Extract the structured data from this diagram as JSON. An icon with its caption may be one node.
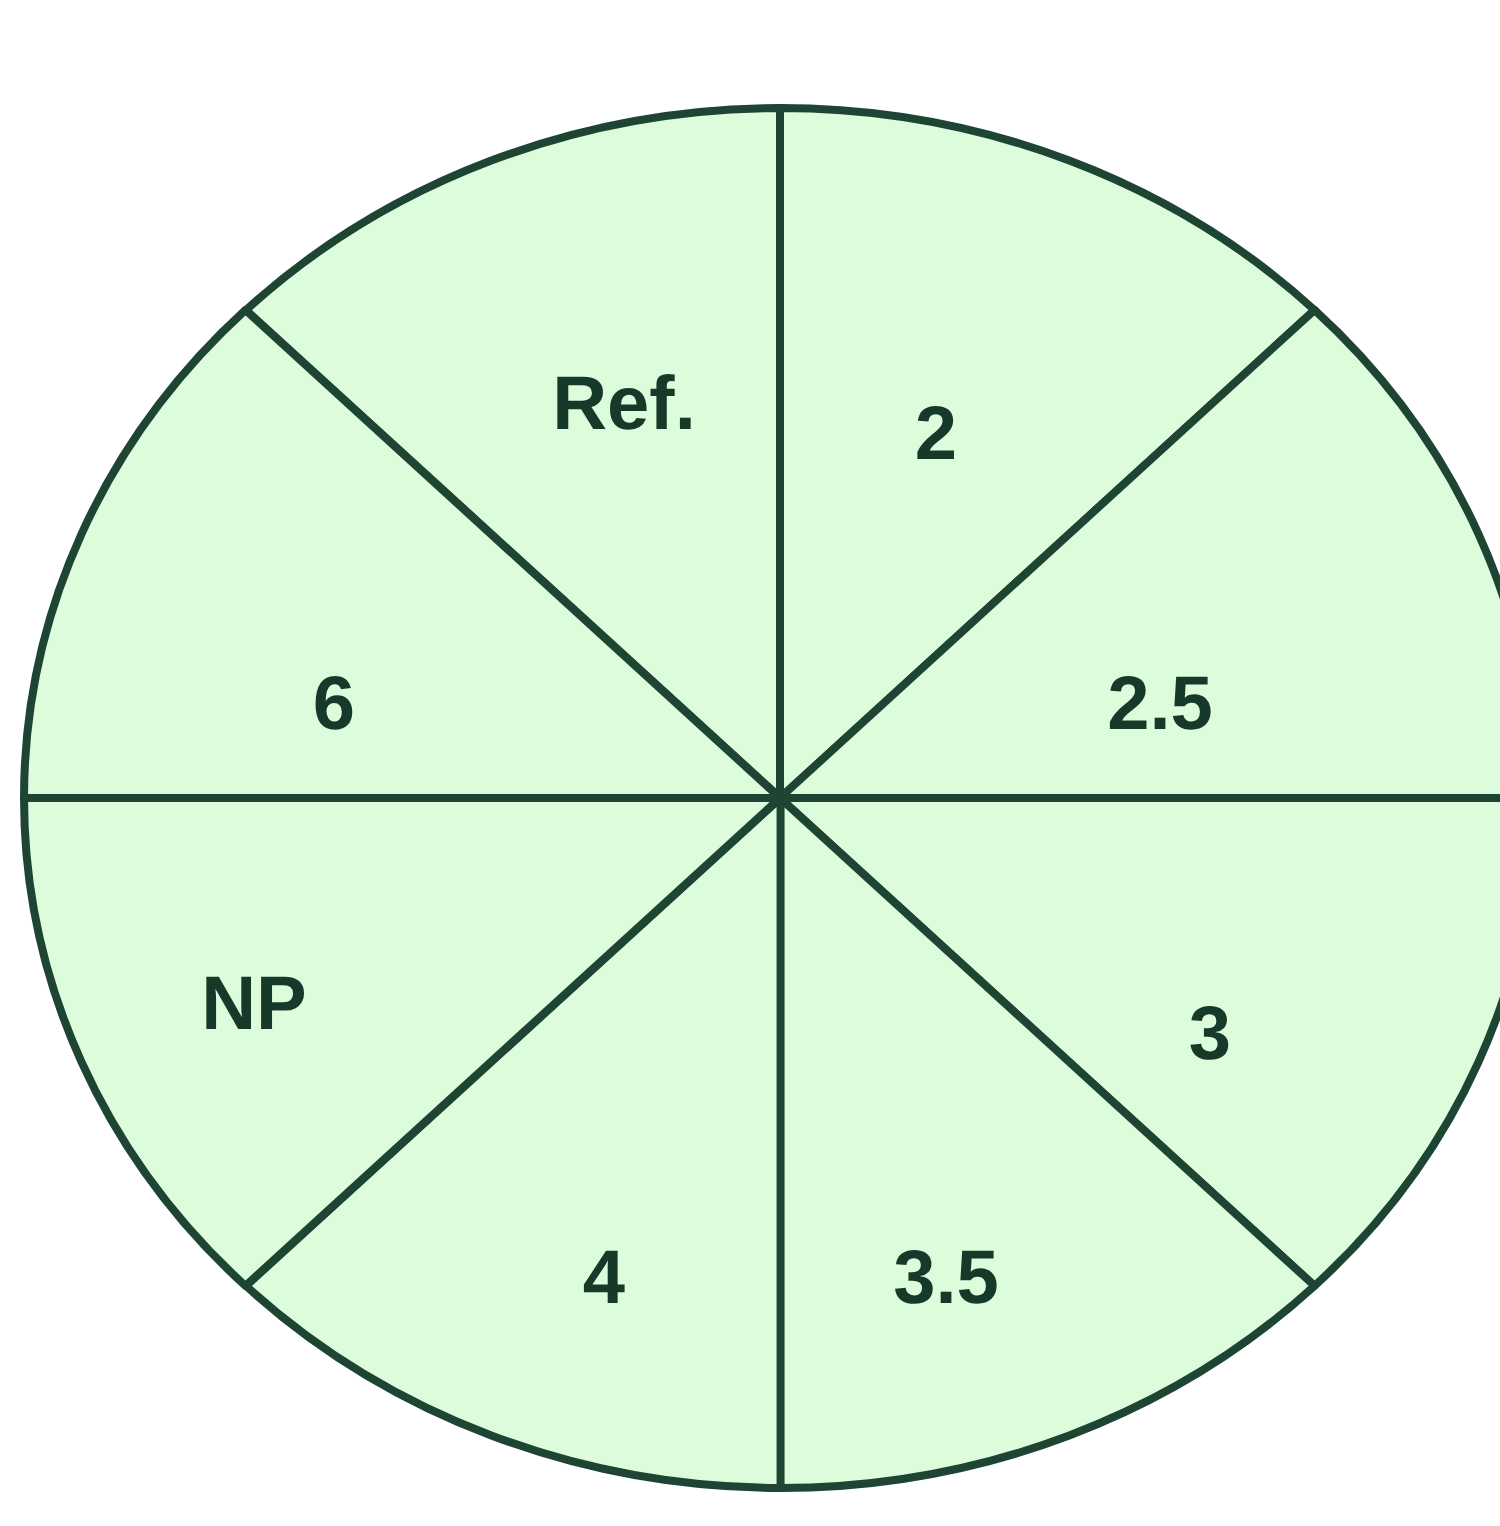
{
  "diagram": {
    "nodes": [
      {
        "text": [
          "Ref."
        ]
      },
      {
        "text": [
          "2"
        ]
      },
      {
        "text": [
          "2.5"
        ]
      },
      {
        "text": [
          "3"
        ]
      },
      {
        "text": [
          "3.5"
        ]
      },
      {
        "text": [
          "4"
        ]
      },
      {
        "text": [
          "NP"
        ]
      },
      {
        "text": [
          "6"
        ]
      }
    ]
  }
}
